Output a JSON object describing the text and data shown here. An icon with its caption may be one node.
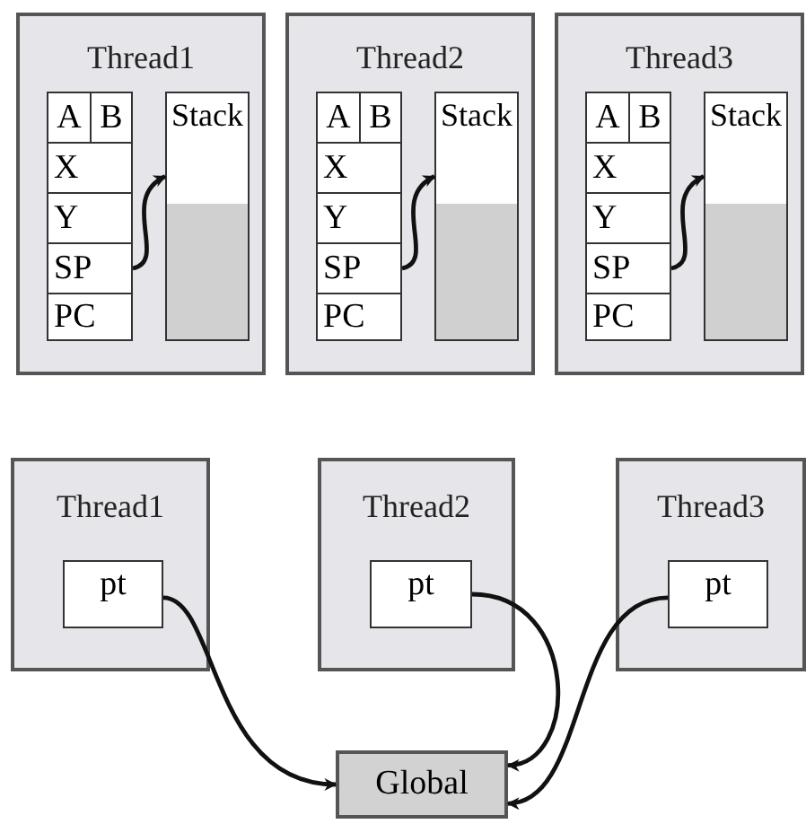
{
  "diagram": {
    "nodes": [
      {
        "text": [
          "Thread1"
        ]
      },
      {
        "text": [
          "A"
        ],
        "in": 0
      },
      {
        "text": [
          "B"
        ],
        "in": 0
      },
      {
        "text": [
          "X"
        ],
        "in": 0
      },
      {
        "text": [
          "Y"
        ],
        "in": 0
      },
      {
        "text": [
          "SP"
        ],
        "in": 0
      },
      {
        "text": [
          "PC"
        ],
        "in": 0
      },
      {
        "text": [
          "Stack"
        ],
        "in": 0
      },
      {
        "text": [
          "Thread2"
        ]
      },
      {
        "text": [
          "A"
        ],
        "in": 8
      },
      {
        "text": [
          "B"
        ],
        "in": 8
      },
      {
        "text": [
          "X"
        ],
        "in": 8
      },
      {
        "text": [
          "Y"
        ],
        "in": 8
      },
      {
        "text": [
          "SP"
        ],
        "in": 8
      },
      {
        "text": [
          "PC"
        ],
        "in": 8
      },
      {
        "text": [
          "Stack"
        ],
        "in": 8
      },
      {
        "text": [
          "Thread3"
        ]
      },
      {
        "text": [
          "A"
        ],
        "in": 16
      },
      {
        "text": [
          "B"
        ],
        "in": 16
      },
      {
        "text": [
          "X"
        ],
        "in": 16
      },
      {
        "text": [
          "Y"
        ],
        "in": 16
      },
      {
        "text": [
          "SP"
        ],
        "in": 16
      },
      {
        "text": [
          "PC"
        ],
        "in": 16
      },
      {
        "text": [
          "Stack"
        ],
        "in": 16
      },
      {
        "text": [
          "Thread1"
        ]
      },
      {
        "text": [
          "pt"
        ],
        "in": 24
      },
      {
        "text": [
          "Thread2"
        ]
      },
      {
        "text": [
          "pt"
        ],
        "in": 26
      },
      {
        "text": [
          "Thread3"
        ]
      },
      {
        "text": [
          "pt"
        ],
        "in": 28
      },
      {
        "text": [
          "Global"
        ]
      }
    ],
    "edges": [
      {
        "from": 5,
        "to": 7,
        "arrow": "to"
      },
      {
        "from": 13,
        "to": 15,
        "arrow": "to"
      },
      {
        "from": 21,
        "to": 23,
        "arrow": "to"
      },
      {
        "from": 25,
        "to": 30,
        "arrow": "to"
      },
      {
        "from": 27,
        "to": 30,
        "arrow": "to"
      },
      {
        "from": 29,
        "to": 30,
        "arrow": "to"
      }
    ]
  }
}
